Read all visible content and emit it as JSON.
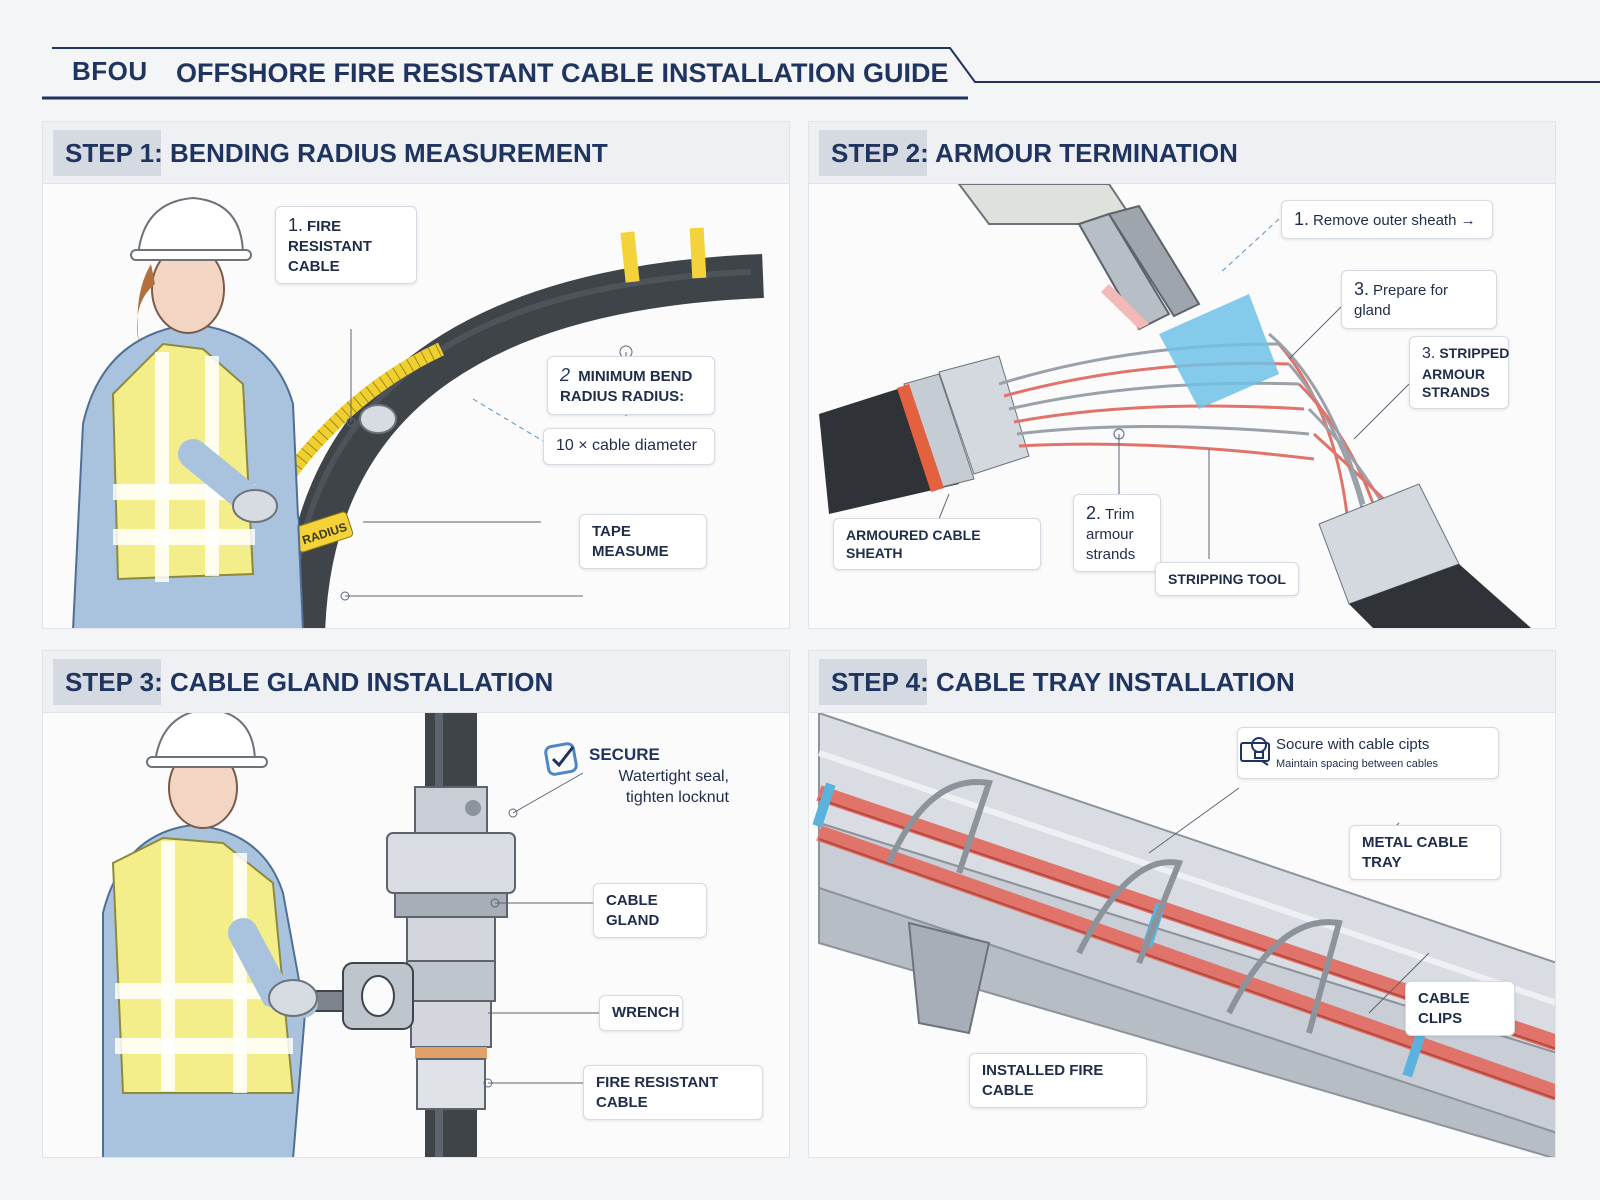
{
  "header": {
    "brand": "BFOU",
    "title": "OFFSHORE FIRE RESISTANT CABLE INSTALLATION GUIDE"
  },
  "steps": [
    {
      "label": "STEP 1:",
      "title": "BENDING RADIUS MEASUREMENT",
      "callouts": {
        "cable_num": "1.",
        "cable": "FIRE RESISTANT CABLE",
        "bend_num": "2",
        "bend": "MINIMUM BEND RADIUS RADIUS:",
        "formula": "10 × cable diameter",
        "tape": "TAPE MEASUME",
        "tape_mark": "RADIUS"
      }
    },
    {
      "label": "STEP 2:",
      "title": "ARMOUR TERMINATION",
      "callouts": {
        "remove_num": "1.",
        "remove": "Remove outer sheath →",
        "prepare_num": "3.",
        "prepare": "Prepare for gland",
        "stripped_num": "3.",
        "stripped": "STRIPPED ARMOUR STRANDS",
        "sheath": "ARMOURED CABLE SHEATH",
        "trim_num": "2.",
        "trim": "Trim armour strands",
        "tool": "STRIPPING TOOL"
      }
    },
    {
      "label": "STEP 3:",
      "title": "CABLE GLAND INSTALLATION",
      "callouts": {
        "secure_head": "SECURE",
        "secure_text": "Watertight seal, tighten locknut",
        "gland": "CABLE GLAND",
        "wrench": "WRENCH",
        "cable": "FIRE RESISTANT CABLE"
      }
    },
    {
      "label": "STEP 4:",
      "title": "CABLE TRAY INSTALLATION",
      "callouts": {
        "secure_text": "Socure with cable cipts",
        "secure_sub": "Maintain spacing between cables",
        "tray": "METAL CABLE TRAY",
        "clips": "CABLE CLIPS",
        "installed": "INSTALLED FIRE CABLE"
      }
    }
  ],
  "colors": {
    "navy": "#1f3560",
    "vest": "#f4ee8a",
    "shirt": "#a9c3df",
    "cable": "#3f4449",
    "armour_red": "#e0736a",
    "tray": "#c9ced6",
    "clip_blue": "#5bb3dd"
  },
  "icons": [
    "hard-hat-icon",
    "checkmark-icon",
    "lightbulb-icon",
    "tablet-icon",
    "arrow-right-icon"
  ]
}
